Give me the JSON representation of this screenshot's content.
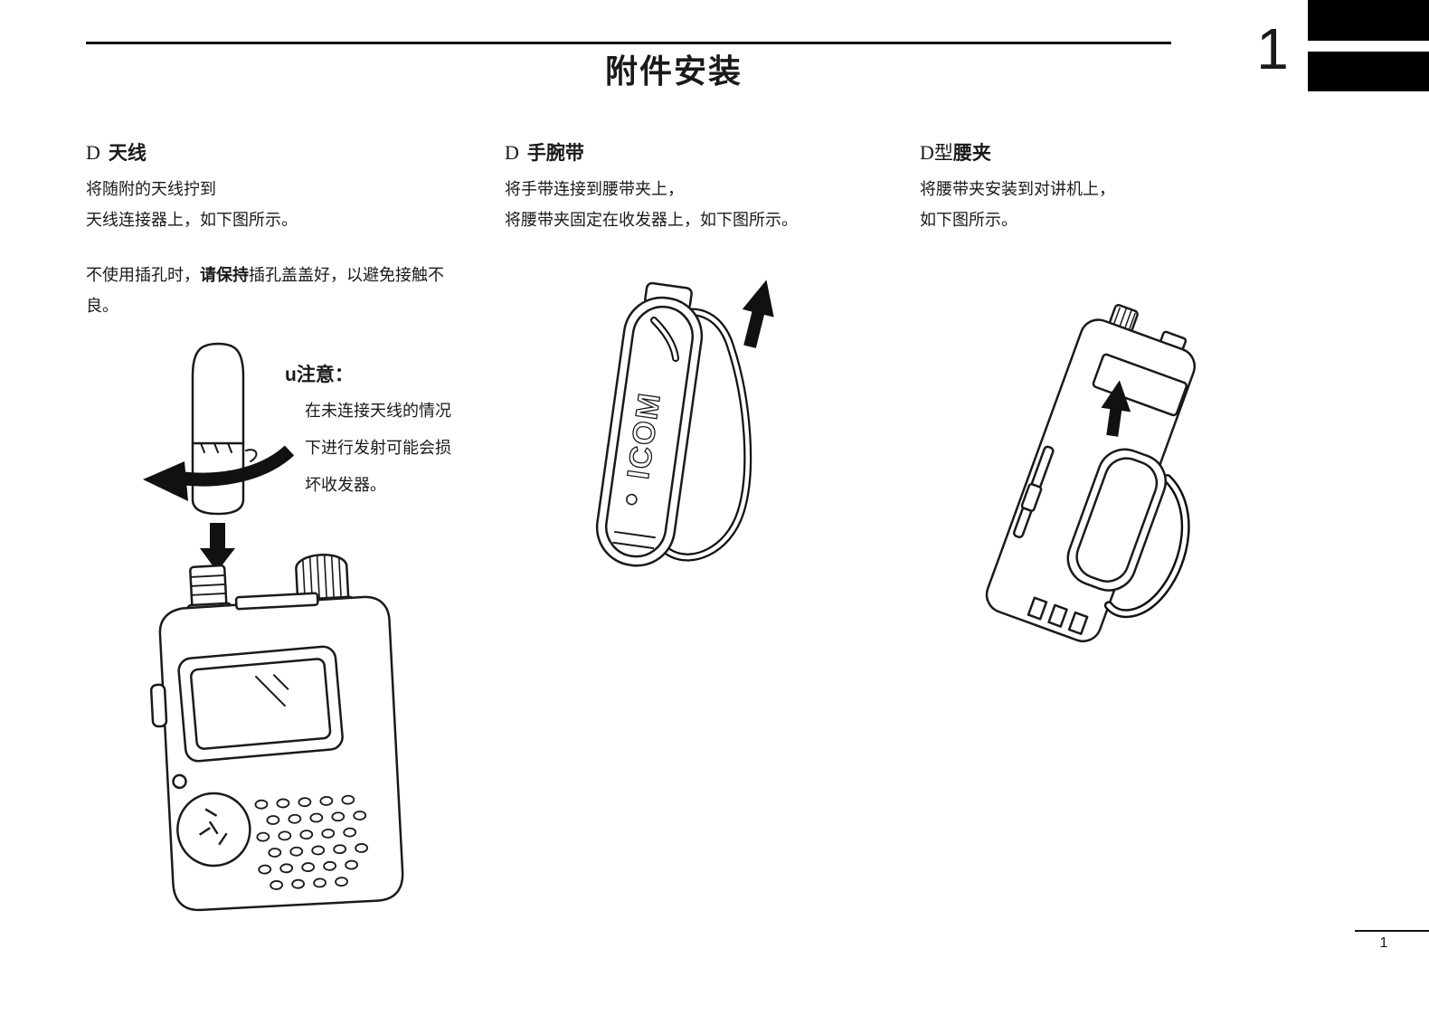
{
  "page": {
    "title": "附件安装",
    "chapter_number": "1",
    "page_number": "1"
  },
  "antenna_section": {
    "marker": "D",
    "heading": "天线",
    "line1": "将随附的天线拧到",
    "line2": "天线连接器上，如下图所示。",
    "caution_pre": "不使用插孔时，",
    "caution_bold": "请保持",
    "caution_post": "插孔盖盖好，以避免接触不",
    "caution_line2": "良。"
  },
  "note": {
    "heading": "u注意：",
    "line1": "在未连接天线的情况",
    "line2": "下进行发射可能会损",
    "line3": "坏收发器。"
  },
  "strap_section": {
    "marker": "D",
    "heading": "手腕带",
    "line1": "将手带连接到腰带夹上，",
    "line2": "将腰带夹固定在收发器上，如下图所示。"
  },
  "beltclip_section": {
    "marker": "D",
    "prefix": "型",
    "heading": "腰夹",
    "line1": "将腰带夹安装到对讲机上，",
    "line2": "如下图所示。"
  },
  "illustrations": {
    "strap_logo": "ICOM"
  }
}
